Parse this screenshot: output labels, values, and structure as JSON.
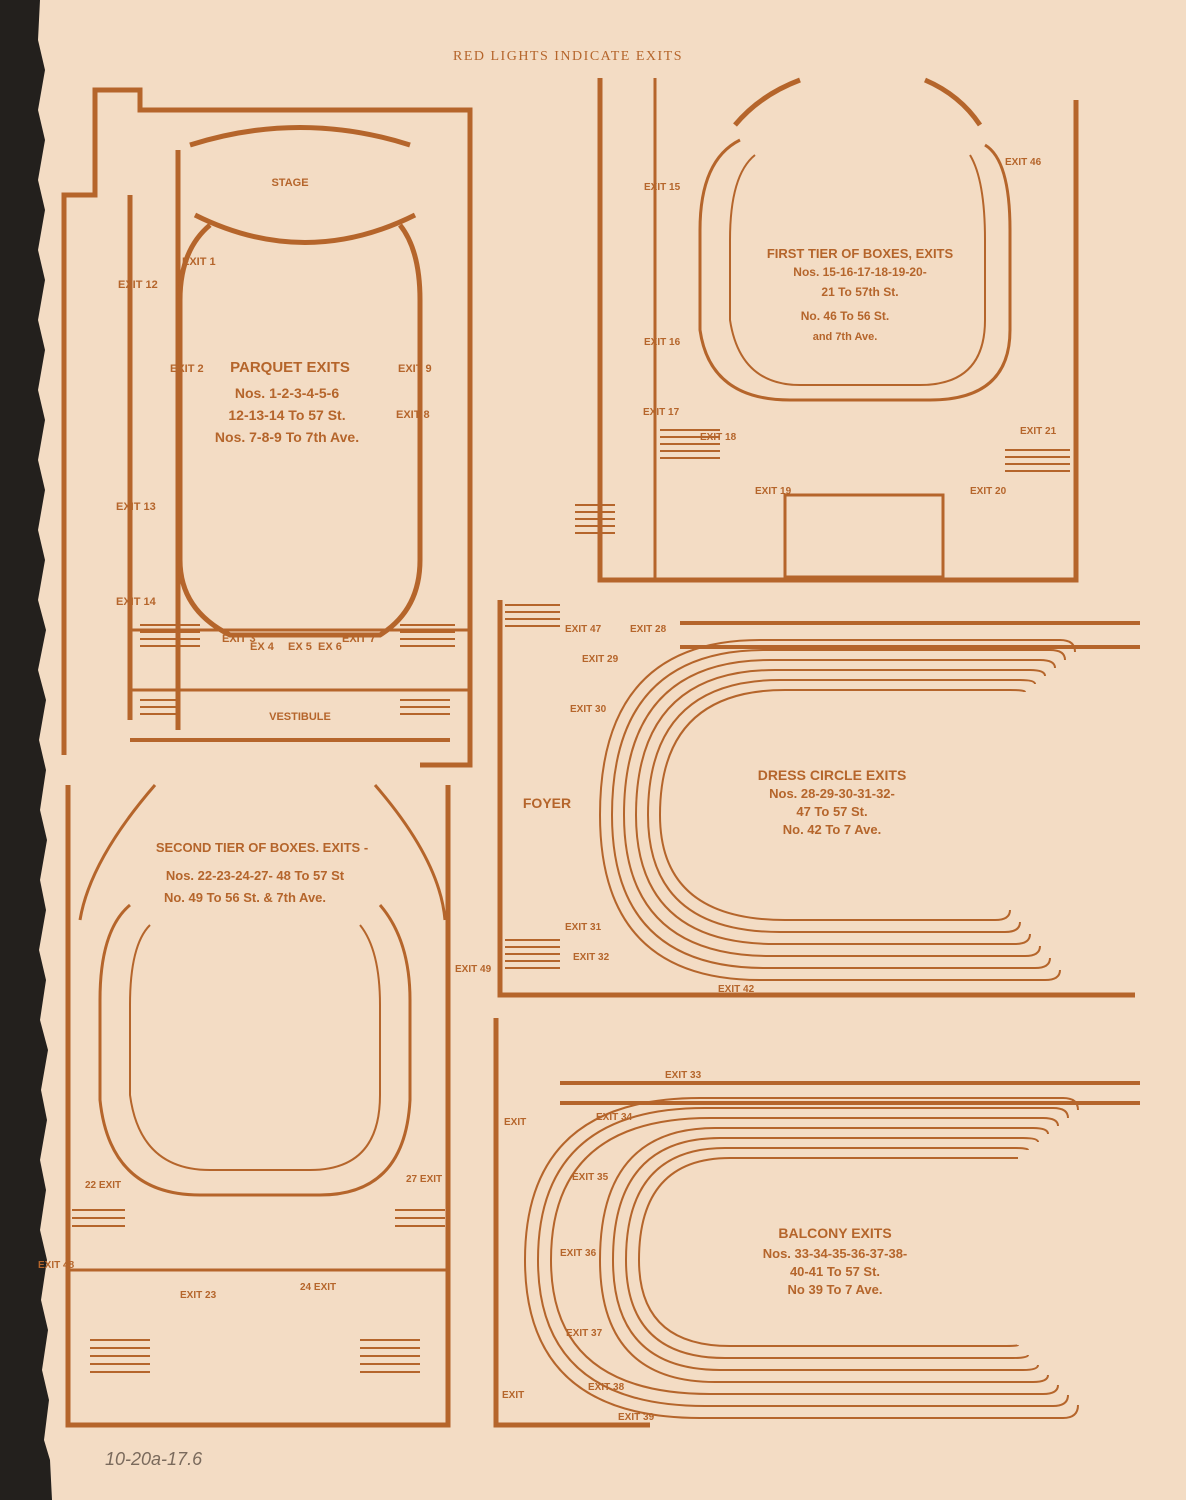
{
  "header": "RED LIGHTS INDICATE EXITS",
  "colors": {
    "ink": "#b5652b",
    "paper": "#f3dcc4",
    "backing": "#23201d",
    "pencil": "#7a6a5c"
  },
  "parquet": {
    "stage": "STAGE",
    "vestibule": "VESTIBULE",
    "title": "PARQUET EXITS",
    "lines": [
      "Nos. 1-2-3-4-5-6",
      "12-13-14 To 57 St.",
      "Nos. 7-8-9 To 7th Ave."
    ],
    "exits": {
      "e1": "EXIT 1",
      "e2": "EXIT 2",
      "e3": "EXIT 3",
      "e4": "EX 4",
      "e5": "EX 5",
      "e6": "EX 6",
      "e7": "EXIT 7",
      "e8": "EXIT 8",
      "e9": "EXIT 9",
      "e12": "EXIT 12",
      "e13": "EXIT 13",
      "e14": "EXIT 14"
    }
  },
  "first_tier": {
    "title": "FIRST TIER OF BOXES, EXITS",
    "lines": [
      "Nos. 15-16-17-18-19-20-",
      "21 To 57th St.",
      "No. 46 To 56 St.",
      "and 7th Ave."
    ],
    "exits": {
      "e15": "EXIT 15",
      "e16": "EXIT 16",
      "e17": "EXIT 17",
      "e18": "EXIT 18",
      "e19": "EXIT 19",
      "e20": "EXIT 20",
      "e21": "EXIT 21",
      "e46": "EXIT 46"
    }
  },
  "second_tier": {
    "title": "SECOND TIER OF BOXES. EXITS -",
    "lines": [
      "Nos. 22-23-24-27- 48 To 57 St",
      "No. 49 To 56 St. & 7th Ave."
    ],
    "exits": {
      "e22": "22 EXIT",
      "e23": "EXIT 23",
      "e24": "24 EXIT",
      "e27": "27 EXIT",
      "e48": "EXIT 48",
      "e49": "EXIT 49"
    }
  },
  "dress_circle": {
    "foyer": "FOYER",
    "title": "DRESS CIRCLE EXITS",
    "lines": [
      "Nos. 28-29-30-31-32-",
      "47 To 57 St.",
      "No. 42 To 7 Ave."
    ],
    "exits": {
      "e28": "EXIT 28",
      "e29": "EXIT 29",
      "e30": "EXIT 30",
      "e31": "EXIT 31",
      "e32": "EXIT 32",
      "e42": "EXIT 42",
      "e47": "EXIT 47"
    }
  },
  "balcony": {
    "title": "BALCONY EXITS",
    "lines": [
      "Nos. 33-34-35-36-37-38-",
      "40-41 To 57 St.",
      "No 39 To 7 Ave."
    ],
    "exits": {
      "e33": "EXIT 33",
      "e34": "EXIT 34",
      "e35": "EXIT 35",
      "e36": "EXIT 36",
      "e37": "EXIT 37",
      "e38": "EXIT 38",
      "e39": "EXIT 39",
      "e40": "EXIT",
      "e41": "EXIT"
    }
  },
  "pencil_note": "10-20a-17.6"
}
